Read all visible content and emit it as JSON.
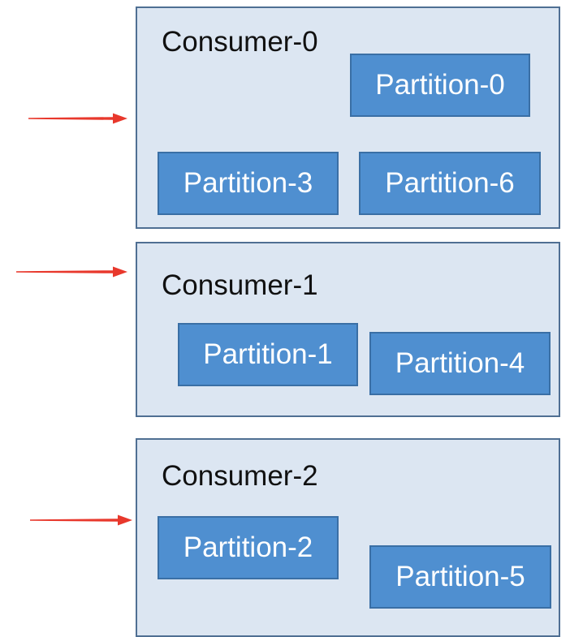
{
  "colors": {
    "consumer_fill": "#dce6f2",
    "consumer_border": "#4f6f93",
    "partition_fill": "#4f8fd0",
    "partition_border": "#3a6fa5",
    "arrow": "#e8382c"
  },
  "consumers": [
    {
      "label": "Consumer-0",
      "partitions": [
        "Partition-0",
        "Partition-3",
        "Partition-6"
      ]
    },
    {
      "label": "Consumer-1",
      "partitions": [
        "Partition-1",
        "Partition-4"
      ]
    },
    {
      "label": "Consumer-2",
      "partitions": [
        "Partition-2",
        "Partition-5"
      ]
    }
  ]
}
